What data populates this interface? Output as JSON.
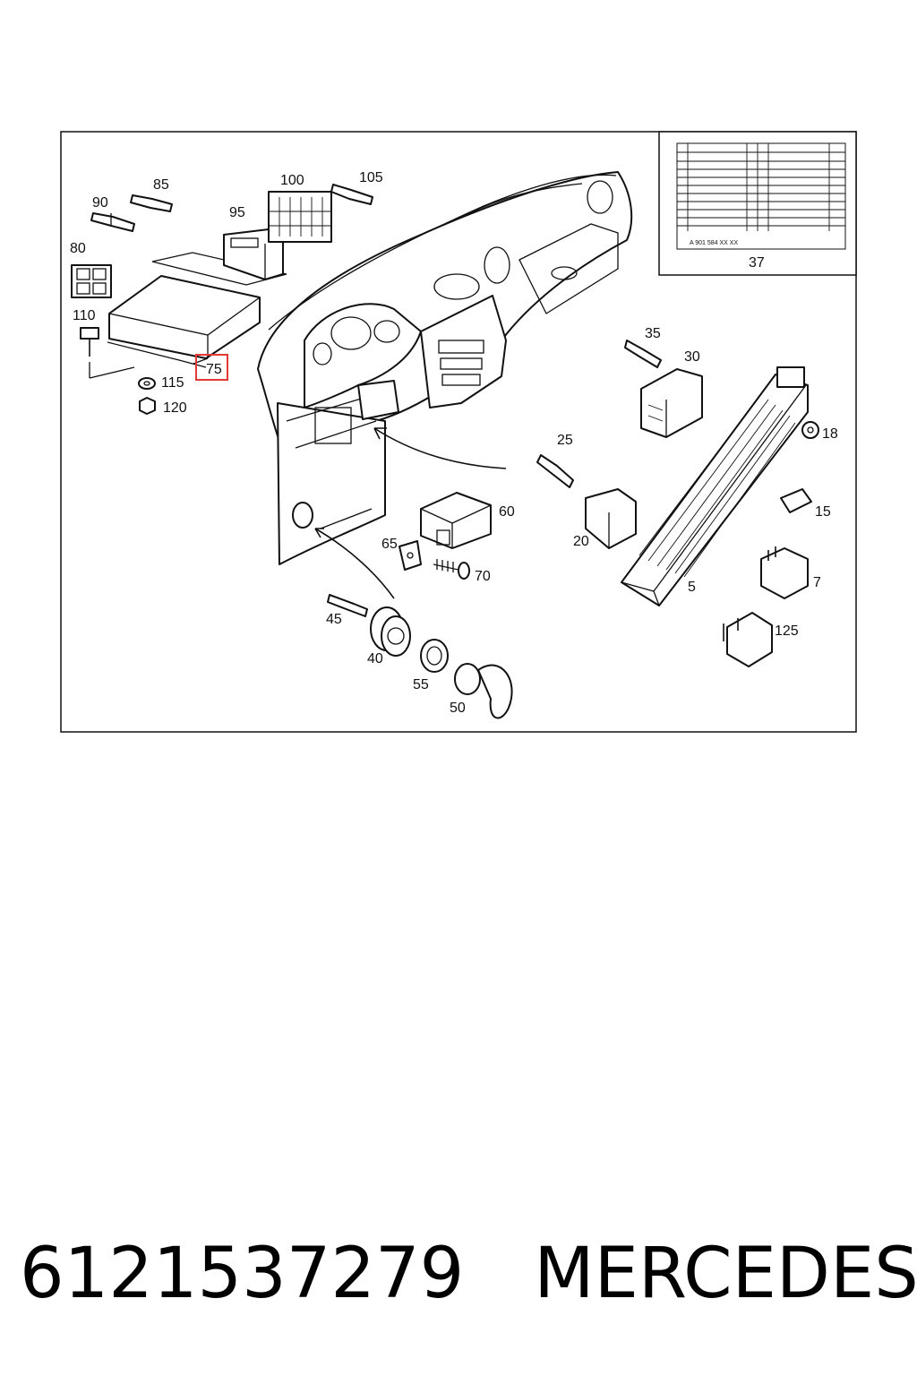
{
  "callouts": {
    "c5": "5",
    "c7": "7",
    "c15": "15",
    "c18": "18",
    "c20": "20",
    "c25": "25",
    "c30": "30",
    "c35": "35",
    "c37": "37",
    "c40": "40",
    "c45": "45",
    "c50": "50",
    "c55": "55",
    "c60": "60",
    "c65": "65",
    "c70": "70",
    "c75": "75",
    "c80": "80",
    "c85": "85",
    "c90": "90",
    "c95": "95",
    "c100": "100",
    "c105": "105",
    "c110": "110",
    "c115": "115",
    "c120": "120",
    "c125": "125"
  },
  "highlighted_callout": "75",
  "highlight_color": "#e53935",
  "label_sheet": {
    "part_number": "A 901 584 XX XX"
  },
  "caption": {
    "part_number": "6121537279",
    "brand": "MERCEDES"
  }
}
